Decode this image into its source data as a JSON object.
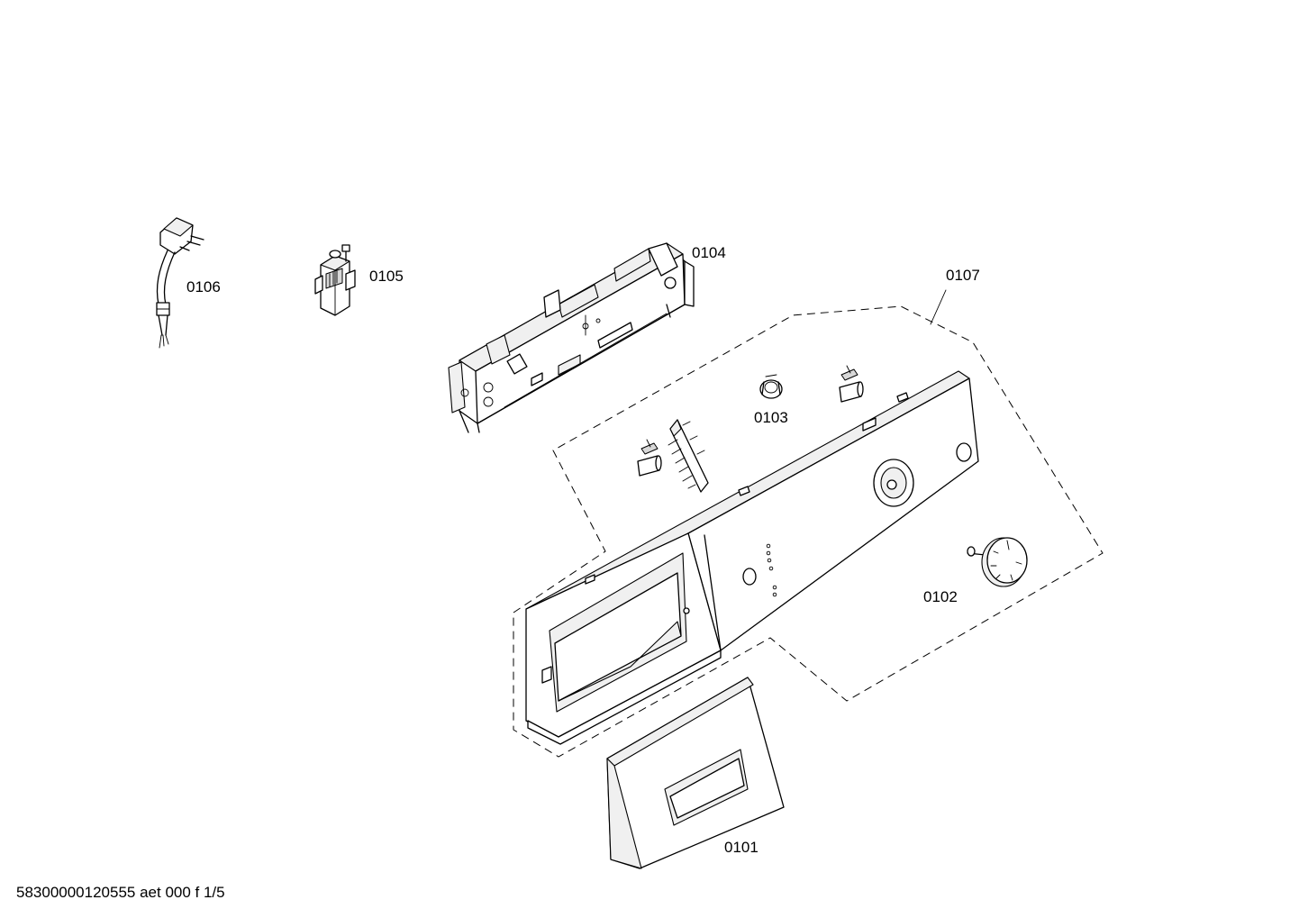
{
  "parts": [
    {
      "id": "cable",
      "label": "0106",
      "icon": "power-cord-plug-icon"
    },
    {
      "id": "filter",
      "label": "0105",
      "icon": "interference-filter-icon"
    },
    {
      "id": "module",
      "label": "0104",
      "icon": "electronic-module-icon"
    },
    {
      "id": "panel-assembly",
      "label": "0107",
      "icon": "control-panel-assembly-icon"
    },
    {
      "id": "lamp-holder",
      "label": "0103",
      "icon": "lamp-holder-icon"
    },
    {
      "id": "knob",
      "label": "0102",
      "icon": "selector-knob-icon"
    },
    {
      "id": "handle",
      "label": "0101",
      "icon": "dispenser-handle-icon"
    }
  ],
  "footer": {
    "code": "58300000120555 aet 000 f 1/5"
  },
  "colors": {
    "line": "#000000",
    "background": "#ffffff"
  }
}
